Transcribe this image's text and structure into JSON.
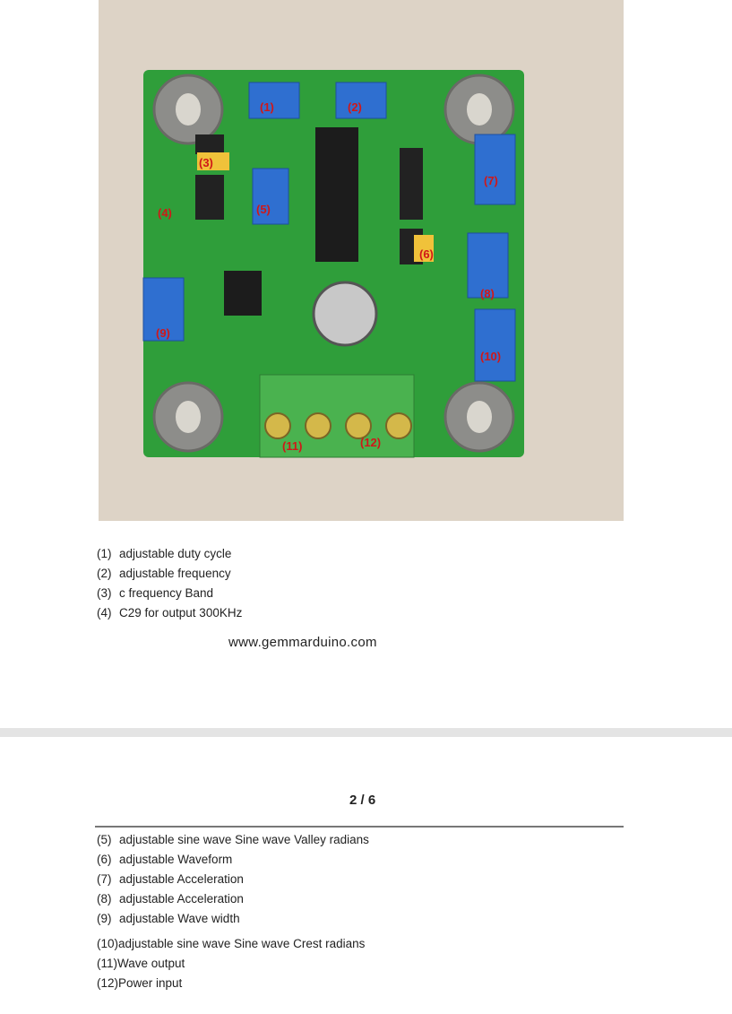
{
  "page1": {
    "photo_labels": [
      "(1)",
      "(2)",
      "(3)",
      "(4)",
      "(5)",
      "(6)",
      "(7)",
      "(8)",
      "(9)",
      "(10)",
      "(11)",
      "(12)"
    ],
    "items": [
      {
        "num": "(1)",
        "text": "adjustable duty cycle"
      },
      {
        "num": "(2)",
        "text": "adjustable frequency"
      },
      {
        "num": "(3)",
        "text": "c frequency Band"
      },
      {
        "num": "(4)",
        "text": "C29 for output 300KHz"
      }
    ],
    "url": "www.gemmarduino.com"
  },
  "page2": {
    "page_number": "2 / 6",
    "items": [
      {
        "num": "(5)",
        "text": "adjustable sine wave Sine wave Valley radians"
      },
      {
        "num": "(6)",
        "text": "adjustable Waveform"
      },
      {
        "num": "(7)",
        "text": "adjustable Acceleration"
      },
      {
        "num": "(8)",
        "text": "adjustable Acceleration"
      },
      {
        "num": "(9)",
        "text": "adjustable Wave width"
      },
      {
        "num": "(10)",
        "text": "adjustable sine wave Sine wave Crest radians"
      },
      {
        "num": "(11)",
        "text": "Wave output"
      },
      {
        "num": "(12)",
        "text": "Power input"
      }
    ]
  },
  "colors": {
    "board": "#2f9e3a",
    "background": "#ddd3c6",
    "pot": "#2f6fd0",
    "terminal": "#4ab24f",
    "label": "#d01818"
  }
}
